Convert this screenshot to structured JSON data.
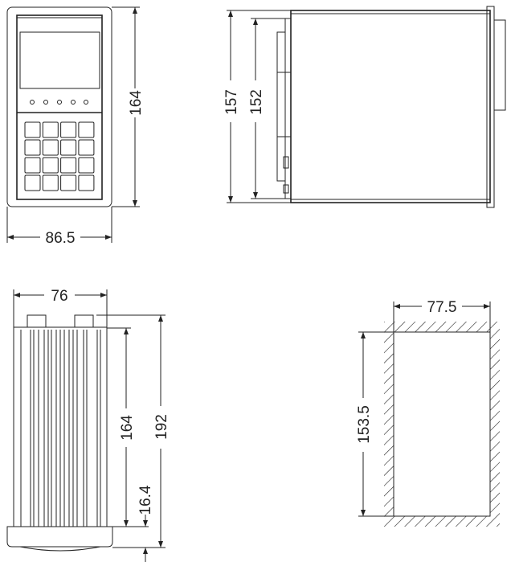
{
  "front_view": {
    "width_label": "86.5",
    "height_label": "164"
  },
  "side_view": {
    "outer_height_label": "157",
    "inner_height_label": "152"
  },
  "bottom_view": {
    "width_label": "76",
    "body_height_label": "164",
    "total_height_label": "192",
    "base_label": "16.4"
  },
  "panel_cutout": {
    "width_label": "77.5",
    "height_label": "153.5"
  }
}
